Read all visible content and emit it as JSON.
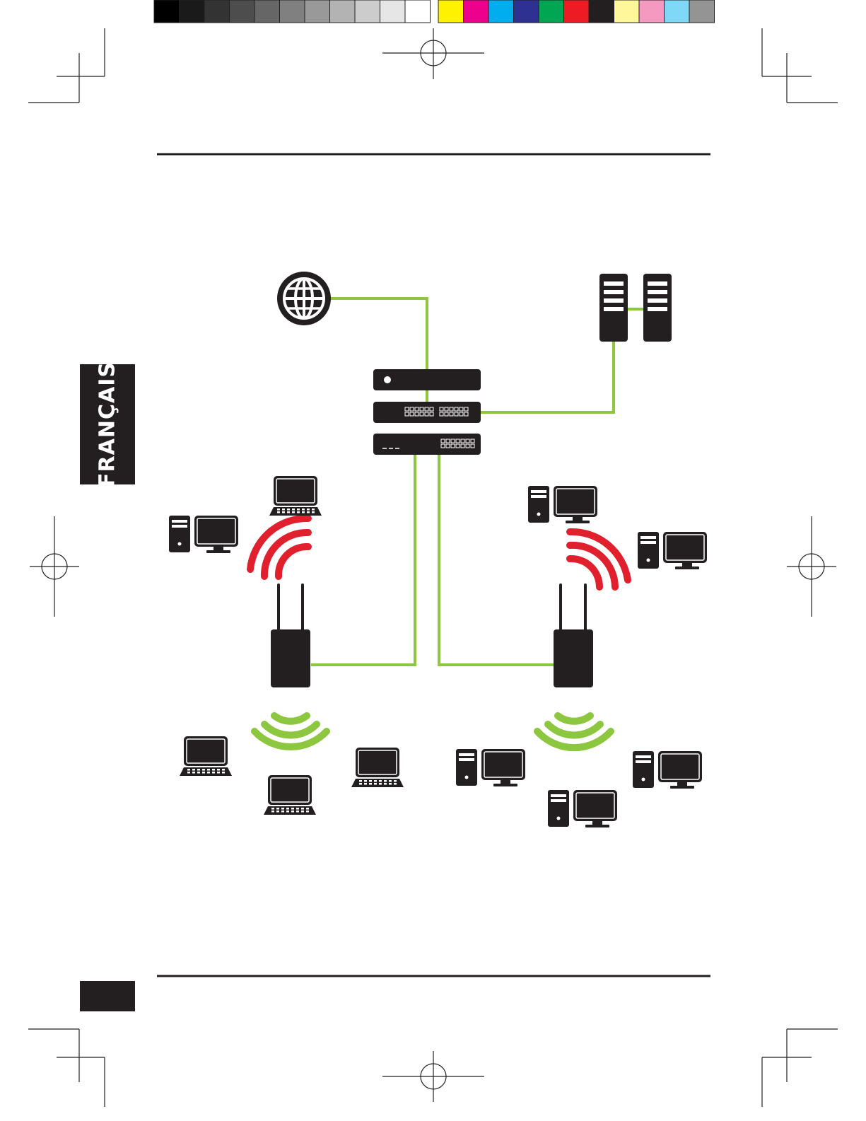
{
  "side_tab": {
    "label": "FRANÇAIS"
  },
  "page_number": {
    "label": ""
  },
  "colors": {
    "link": "#8dc63f",
    "wifi_red": "#e0212d",
    "wifi_green": "#8dc63f",
    "device": "#231f20",
    "rule": "#231f20"
  },
  "color_bar": {
    "grays": [
      "#000000",
      "#1a1a1a",
      "#333333",
      "#4d4d4d",
      "#666666",
      "#808080",
      "#999999",
      "#b3b3b3",
      "#cccccc",
      "#e6e6e6",
      "#ffffff"
    ],
    "process": [
      "#fff200",
      "#ec008c",
      "#00aeef",
      "#2e3192",
      "#00a651",
      "#ed1c24",
      "#231f20",
      "#fff799",
      "#f49ac1",
      "#7fd8f5",
      "#949494"
    ]
  },
  "diagram": {
    "nodes": [
      "internet-globe",
      "server-left",
      "server-right",
      "router",
      "switch",
      "poe-switch",
      "access-point-left",
      "access-point-right",
      "desktop-left-top",
      "laptop-left-top",
      "desktop-right-top-1",
      "desktop-right-top-2",
      "laptop-bottom-left",
      "laptop-bottom-middle",
      "laptop-bottom-right",
      "desktop-bottom-1",
      "desktop-bottom-2",
      "desktop-bottom-3"
    ],
    "links": [
      [
        "internet-globe",
        "switch"
      ],
      [
        "server-left",
        "server-right"
      ],
      [
        "server-left",
        "switch"
      ],
      [
        "poe-switch",
        "access-point-left"
      ],
      [
        "poe-switch",
        "access-point-right"
      ]
    ],
    "wifi_signals": [
      {
        "ap": "access-point-left",
        "direction": "up",
        "color": "red"
      },
      {
        "ap": "access-point-left",
        "direction": "down",
        "color": "green"
      },
      {
        "ap": "access-point-right",
        "direction": "up",
        "color": "red"
      },
      {
        "ap": "access-point-right",
        "direction": "down",
        "color": "green"
      }
    ]
  }
}
